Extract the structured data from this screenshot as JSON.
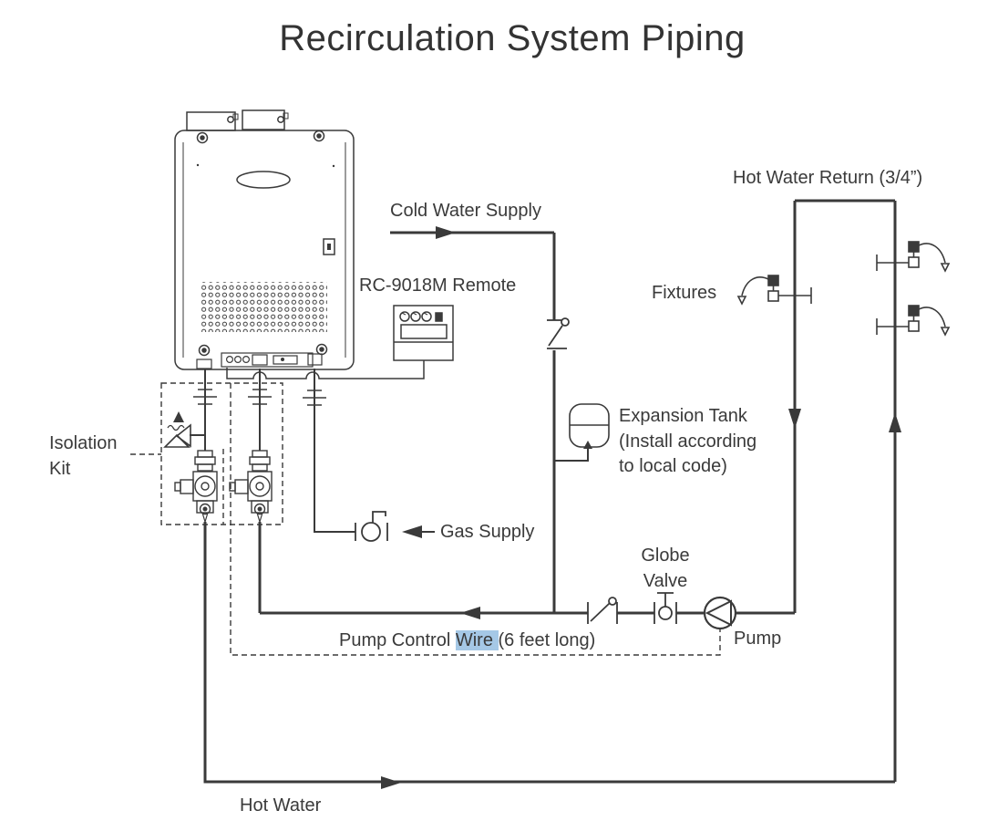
{
  "diagram": {
    "title": "Recirculation System Piping",
    "labels": {
      "cold_water_supply": "Cold Water Supply",
      "remote": "RC-9018M Remote",
      "hot_water_return": "Hot Water Return (3/4”)",
      "fixtures": "Fixtures",
      "expansion_tank_line1": "Expansion Tank",
      "expansion_tank_line2": "(Install according",
      "expansion_tank_line3": "to local code)",
      "isolation_kit_line1": "Isolation",
      "isolation_kit_line2": "Kit",
      "gas_supply": "Gas Supply",
      "globe_valve_line1": "Globe",
      "globe_valve_line2": "Valve",
      "pump": "Pump",
      "pump_control_prefix": "Pump Control ",
      "pump_control_highlight": "Wire ",
      "pump_control_suffix": "(6 feet long)",
      "hot_water": "Hot Water"
    },
    "colors": {
      "line": "#3a3a3a",
      "text": "#3a3a3a",
      "wire_highlight": "#a5c8e6",
      "background": "#ffffff"
    }
  }
}
